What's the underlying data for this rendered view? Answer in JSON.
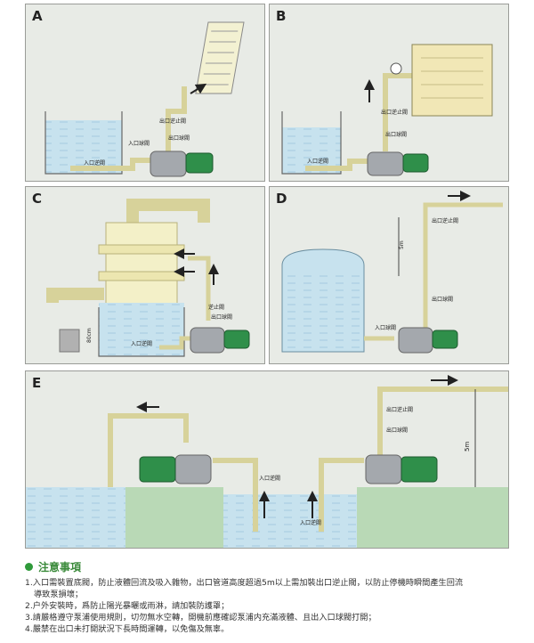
{
  "panels": {
    "a": {
      "letter": "A",
      "label_outlet_check": "出口逆止閥",
      "label_outlet_ball": "出口球閥",
      "label_inlet_ball": "入口球閥",
      "label_inlet_gate": "入口逆閥"
    },
    "b": {
      "letter": "B",
      "label_outlet_check": "出口逆止閥",
      "label_outlet_ball": "出口球閥",
      "label_inlet_gate": "入口逆閥"
    },
    "c": {
      "letter": "C",
      "label_outlet_ball": "出口球閥",
      "label_check": "逆止閥",
      "label_inlet_gate": "入口逆閥",
      "label_height": "80cm"
    },
    "d": {
      "letter": "D",
      "label_outlet_check": "出口逆止閥",
      "label_outlet_ball": "出口球閥",
      "label_inlet_ball": "入口球閥",
      "label_height": "5m"
    },
    "e": {
      "letter": "E",
      "label_outlet_check": "出口逆止閥",
      "label_outlet_ball": "出口球閥",
      "label_inlet_gate": "入口逆閥",
      "label_inlet_gate2": "入口逆閥",
      "label_height": "5m"
    }
  },
  "notes": {
    "title": "注意事項",
    "item1a": "1.入口需裝置底閥，防止液體回流及吸入雜物，出口管道高度超過5m以上需加裝出口逆止閥，以防止停機時瞬間產生回流",
    "item1b": "導致泵損壞；",
    "item2": "2.户外安裝時，爲防止陽光暴曬或雨淋，請加裝防護罩；",
    "item3": "3.請嚴格遵守泵浦使用規則，切勿無水空轉，開機前應確認泵浦内充滿液體、且出入口球閥打開；",
    "item4": "4.嚴禁在出口未打開狀況下長時間運轉，以免傷及無辜。"
  },
  "colors": {
    "pipe": "#f1eec0",
    "pipe_stroke": "#b8b27a",
    "water": "#c7e2ee",
    "motor": "#2f8f4a",
    "ground": "#b9d9b6",
    "panel_bg": "#e8ebe6"
  }
}
